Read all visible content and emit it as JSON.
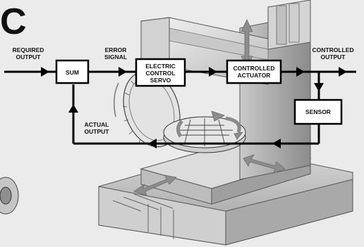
{
  "panel": {
    "letter": "C"
  },
  "blocks": {
    "sum": "SUM",
    "servo": [
      "ELECTRIC",
      "CONTROL",
      "SERVO"
    ],
    "actuator": [
      "CONTROLLED",
      "ACTUATOR"
    ],
    "sensor": "SENSOR"
  },
  "signals": {
    "required_output": [
      "REQUIRED",
      "OUTPUT"
    ],
    "error_signal": [
      "ERROR",
      "SIGNAL"
    ],
    "controlled_output": [
      "CONTROLLED",
      "OUTPUT"
    ],
    "actual_output": [
      "ACTUAL",
      "OUTPUT"
    ]
  }
}
